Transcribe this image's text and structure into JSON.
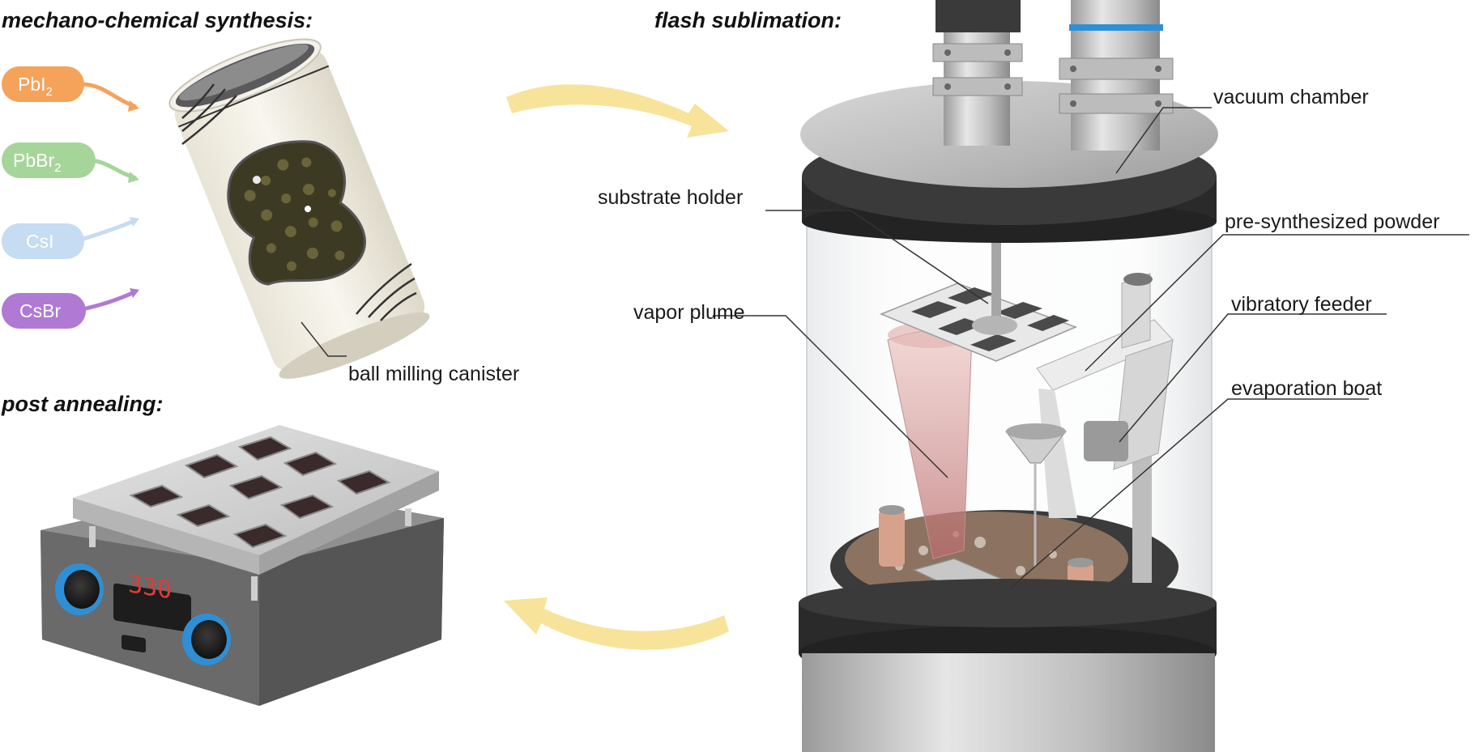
{
  "sections": {
    "mechano": "mechano-chemical synthesis:",
    "flash": "flash sublimation:",
    "annealing": "post annealing:"
  },
  "precursors": [
    {
      "base": "PbI",
      "sub": "2",
      "color": "#f5a35b"
    },
    {
      "base": "PbBr",
      "sub": "2",
      "color": "#a6d59a"
    },
    {
      "base": "CsI",
      "sub": "",
      "color": "#c5dcf2"
    },
    {
      "base": "CsBr",
      "sub": "",
      "color": "#b07ad4"
    }
  ],
  "labels": {
    "canister": "ball milling canister",
    "vacuum_chamber": "vacuum chamber",
    "substrate_holder": "substrate holder",
    "powder": "pre-synthesized powder",
    "vapor_plume": "vapor plume",
    "feeder": "vibratory feeder",
    "boat": "evaporation boat"
  },
  "hotplate_display": "330",
  "colors": {
    "arrow": "#f8e39a",
    "knob": "#2f8fd6"
  }
}
